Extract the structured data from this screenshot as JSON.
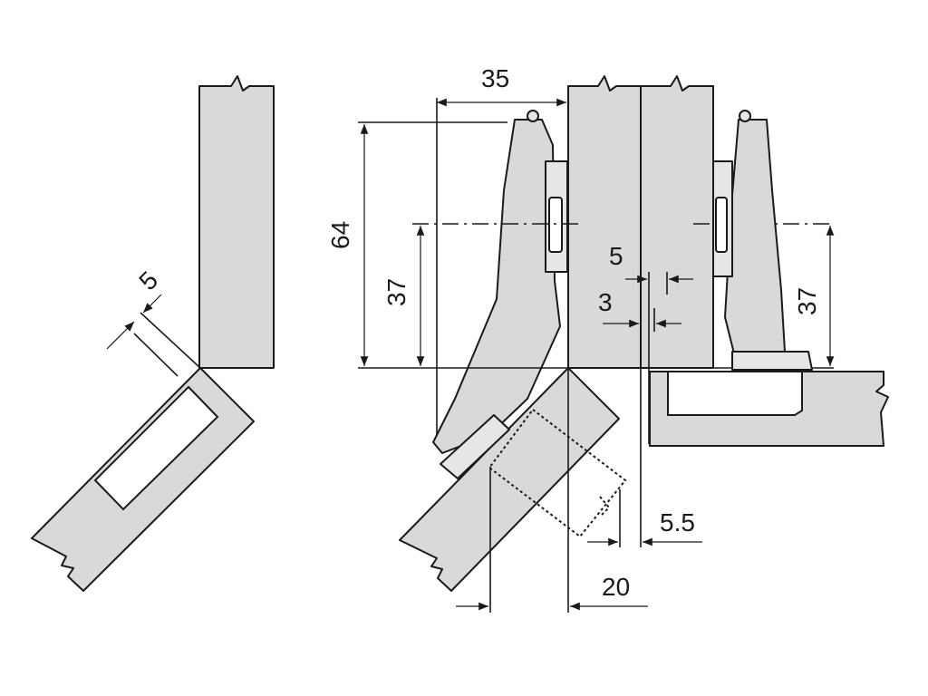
{
  "dimensions": {
    "d_35": "35",
    "d_64": "64",
    "d_37_left": "37",
    "d_37_right": "37",
    "d_5_top": "5",
    "d_3": "3",
    "d_5_diag": "5",
    "d_5_5": "5.5",
    "d_20": "20"
  },
  "colors": {
    "panel_fill": "#d9d9d9",
    "outline": "#1a1a1a",
    "background": "#ffffff"
  }
}
